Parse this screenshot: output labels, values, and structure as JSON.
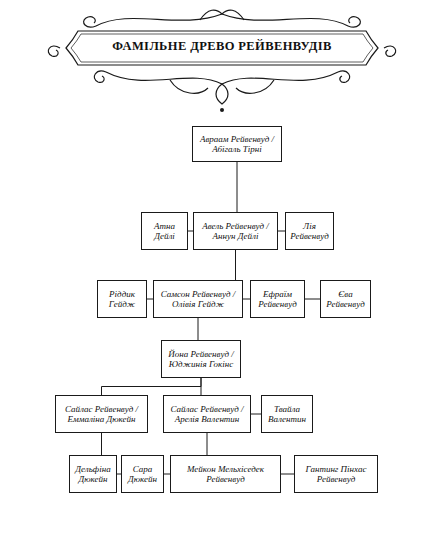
{
  "diagram": {
    "title": "ФАМІЛЬНЕ ДРЕВО РЕЙВЕНВУДІВ",
    "nodes": [
      {
        "text": [
          "Авраам Рейвенвуд / Абігаль Тірні"
        ]
      },
      {
        "text": [
          "Атна Дейлі"
        ]
      },
      {
        "text": [
          "Авель Рейвенвуд / Аннун Дейлі"
        ]
      },
      {
        "text": [
          "Лія Рейвенвуд"
        ]
      },
      {
        "text": [
          "Ріддик Гейдж"
        ]
      },
      {
        "text": [
          "Самсон Рейвенвуд / Олівія Гейдж"
        ]
      },
      {
        "text": [
          "Ефраїм Рейвенвуд"
        ]
      },
      {
        "text": [
          "Єва Рейвенвуд"
        ]
      },
      {
        "text": [
          "Йона Рейвенвуд / Юджинія Гокінс"
        ]
      },
      {
        "text": [
          "Сайлас Рейвенвуд / Еммаліна Дюкейн"
        ]
      },
      {
        "text": [
          "Сайлас Рейвенвуд / Арелія Валентин"
        ]
      },
      {
        "text": [
          "Твайла Валентин"
        ]
      },
      {
        "text": [
          "Дельфіна Дюкейн"
        ]
      },
      {
        "text": [
          "Сара Дюкейн"
        ]
      },
      {
        "text": [
          "Мейкон Мельхіседек Рейвенвуд"
        ]
      },
      {
        "text": [
          "Гантинг Пінхас Рейвенвуд"
        ]
      }
    ],
    "edges": [
      {
        "from": 0,
        "to": 2,
        "arrow": "none"
      },
      {
        "from": 1,
        "to": 2,
        "arrow": "none"
      },
      {
        "from": 2,
        "to": 3,
        "arrow": "none"
      },
      {
        "from": 2,
        "to": 5,
        "arrow": "none"
      },
      {
        "from": 4,
        "to": 5,
        "arrow": "none"
      },
      {
        "from": 5,
        "to": 6,
        "arrow": "none"
      },
      {
        "from": 6,
        "to": 7,
        "arrow": "none"
      },
      {
        "from": 5,
        "to": 8,
        "arrow": "none"
      },
      {
        "from": 8,
        "to": 9,
        "arrow": "none"
      },
      {
        "from": 8,
        "to": 10,
        "arrow": "none"
      },
      {
        "from": 10,
        "to": 11,
        "arrow": "none"
      },
      {
        "from": 9,
        "to": 12,
        "arrow": "none"
      },
      {
        "from": 12,
        "to": 13,
        "arrow": "none"
      },
      {
        "from": 13,
        "to": 14,
        "arrow": "none"
      },
      {
        "from": 10,
        "to": 14,
        "arrow": "none"
      },
      {
        "from": 14,
        "to": 15,
        "arrow": "none"
      }
    ]
  }
}
